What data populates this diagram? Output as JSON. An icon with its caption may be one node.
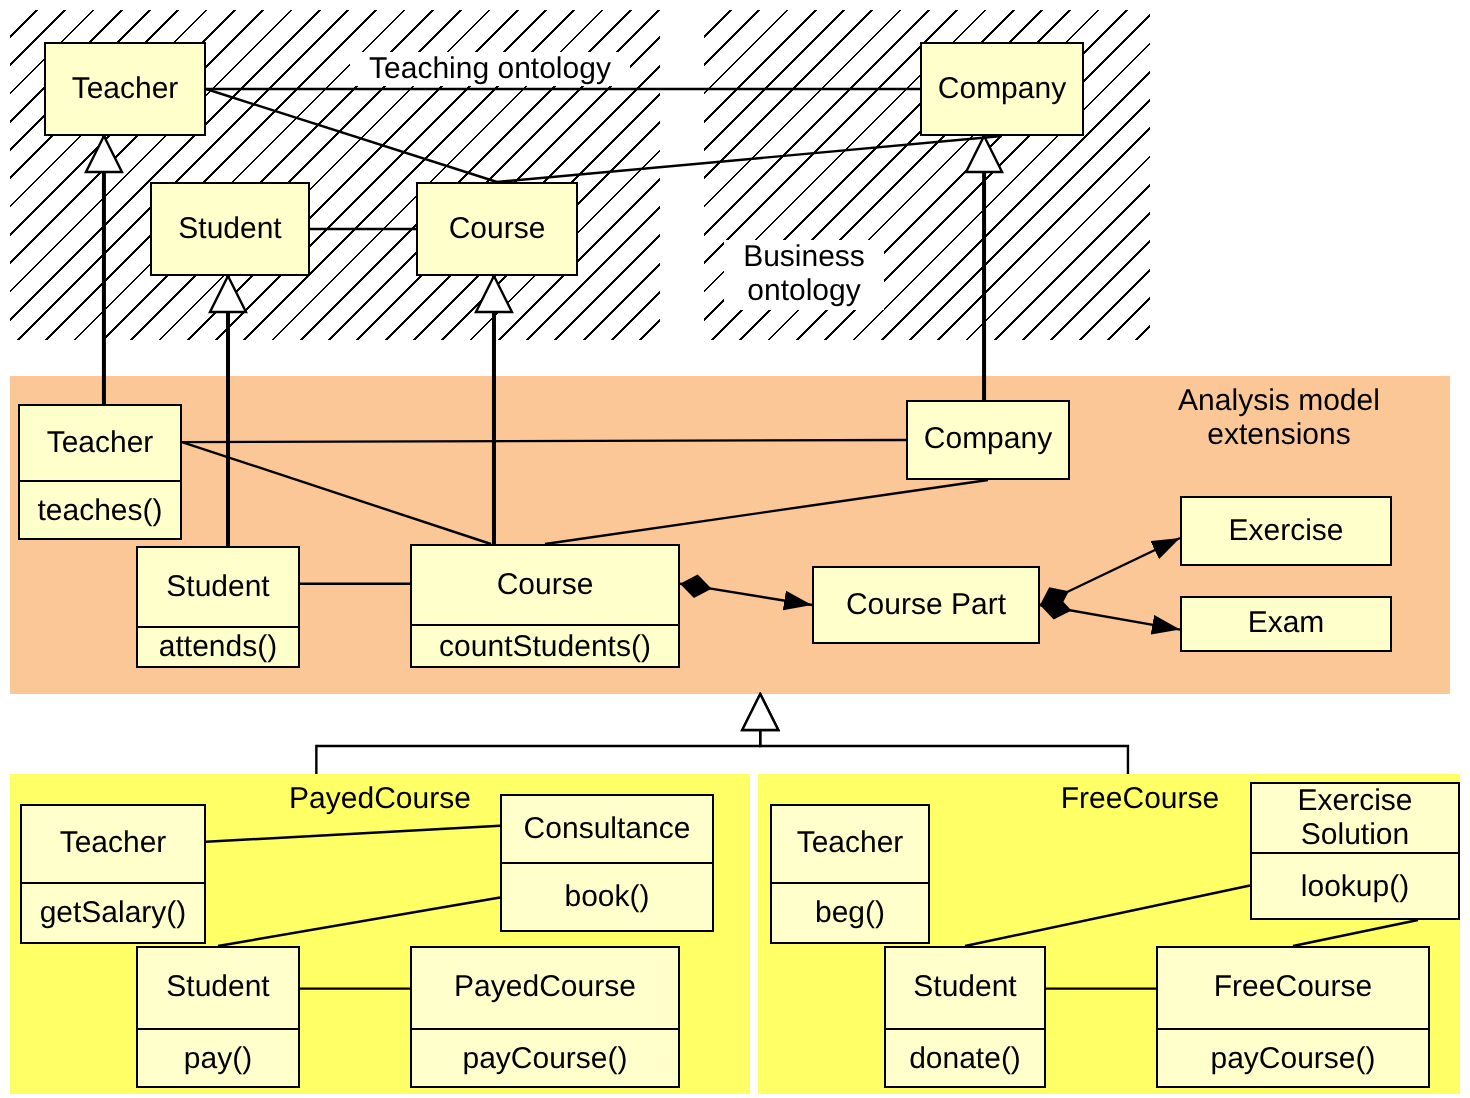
{
  "diagram": {
    "nodes": [
      {
        "text": [
          "Teaching ontology"
        ]
      },
      {
        "text": [
          "Teacher"
        ],
        "in": 0
      },
      {
        "text": [
          "Student"
        ],
        "in": 0
      },
      {
        "text": [
          "Course"
        ],
        "in": 0
      },
      {
        "text": [
          "Business ontology"
        ]
      },
      {
        "text": [
          "Company"
        ],
        "in": 4
      },
      {
        "text": [
          "Analysis model extensions"
        ]
      },
      {
        "text": [
          "Teacher",
          "teaches()"
        ],
        "in": 6
      },
      {
        "text": [
          "Student",
          "attends()"
        ],
        "in": 6
      },
      {
        "text": [
          "Course",
          "countStudents()"
        ],
        "in": 6
      },
      {
        "text": [
          "Company"
        ],
        "in": 6
      },
      {
        "text": [
          "Course Part"
        ],
        "in": 6
      },
      {
        "text": [
          "Exercise"
        ],
        "in": 6
      },
      {
        "text": [
          "Exam"
        ],
        "in": 6
      },
      {
        "text": [
          "PayedCourse"
        ]
      },
      {
        "text": [
          "Teacher",
          "getSalary()"
        ],
        "in": 14
      },
      {
        "text": [
          "Consultance",
          "book()"
        ],
        "in": 14
      },
      {
        "text": [
          "Student",
          "pay()"
        ],
        "in": 14
      },
      {
        "text": [
          "PayedCourse",
          "payCourse()"
        ],
        "in": 14
      },
      {
        "text": [
          "FreeCourse"
        ]
      },
      {
        "text": [
          "Teacher",
          "beg()"
        ],
        "in": 19
      },
      {
        "text": [
          "Exercise Solution",
          "lookup()"
        ],
        "in": 19
      },
      {
        "text": [
          "Student",
          "donate()"
        ],
        "in": 19
      },
      {
        "text": [
          "FreeCourse",
          "payCourse()"
        ],
        "in": 19
      }
    ],
    "edges": [
      {
        "from": 1,
        "to": 5,
        "arrow": "none"
      },
      {
        "from": 1,
        "to": 3,
        "arrow": "none"
      },
      {
        "from": 2,
        "to": 3,
        "arrow": "none"
      },
      {
        "from": 3,
        "to": 5,
        "arrow": "none"
      },
      {
        "from": 7,
        "to": 1,
        "arrow": "to"
      },
      {
        "from": 8,
        "to": 2,
        "arrow": "to"
      },
      {
        "from": 9,
        "to": 3,
        "arrow": "to"
      },
      {
        "from": 10,
        "to": 5,
        "arrow": "to"
      },
      {
        "from": 7,
        "to": 10,
        "arrow": "none"
      },
      {
        "from": 7,
        "to": 9,
        "arrow": "none"
      },
      {
        "from": 8,
        "to": 9,
        "arrow": "none"
      },
      {
        "from": 9,
        "to": 10,
        "arrow": "none"
      },
      {
        "from": 9,
        "to": 11,
        "arrow": "to"
      },
      {
        "from": 11,
        "to": 12,
        "arrow": "to"
      },
      {
        "from": 11,
        "to": 13,
        "arrow": "to"
      },
      {
        "from": 14,
        "to": 6,
        "arrow": "to"
      },
      {
        "from": 19,
        "to": 6,
        "arrow": "to"
      },
      {
        "from": 15,
        "to": 16,
        "arrow": "none"
      },
      {
        "from": 17,
        "to": 16,
        "arrow": "none"
      },
      {
        "from": 17,
        "to": 18,
        "arrow": "none"
      },
      {
        "from": 22,
        "to": 21,
        "arrow": "none"
      },
      {
        "from": 23,
        "to": 21,
        "arrow": "none"
      },
      {
        "from": 22,
        "to": 23,
        "arrow": "none"
      }
    ]
  }
}
